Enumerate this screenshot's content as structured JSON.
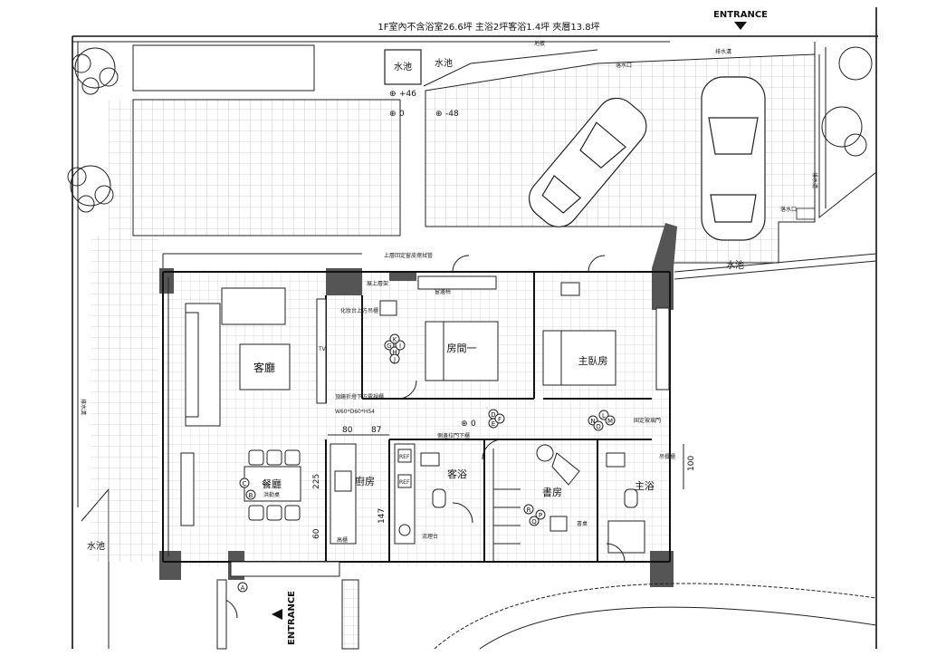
{
  "header": {
    "area_note": "1F室內不含浴室26.6坪 主浴2坪客浴1.4坪 夾層13.8坪",
    "entrance_top": "ENTRANCE",
    "entrance_bottom": "ENTRANCE"
  },
  "rooms": {
    "living": "客廳",
    "dining": "餐廳",
    "dining_table": "洪勒桌",
    "kitchen": "廚房",
    "guest_bath": "客浴",
    "study": "書房",
    "master_bath": "主浴",
    "bedroom1": "房間一",
    "master_bedroom": "主臥房"
  },
  "water": {
    "pool_box": "水池",
    "pool_top": "水池",
    "pool_right": "水池",
    "pool_left": "水池"
  },
  "levels": {
    "plus46": "+46",
    "zero_top": "0",
    "minus48": "-48",
    "zero_mid": "0"
  },
  "dimensions": {
    "d80": "80",
    "d87": "87",
    "d225": "225",
    "d147": "147",
    "d60": "60",
    "d100": "100"
  },
  "appliances": {
    "fridge1": "REF",
    "fridge2": "REF",
    "tv": "TV"
  },
  "notes": {
    "drain_left": "排水溝",
    "drain_top": "排水溝",
    "drain_right": "排水溝",
    "floor_drain": "地板",
    "drain_outlet": "落水口",
    "drain_outlet2": "落水口",
    "stair_note": "上層回定窗皮擦拭管",
    "bedroom_shelf": "展上層架",
    "window_seat": "窗邊椅",
    "vanity": "化妝台上方吊櫃",
    "cabinet": "頂鏡折燈下方電視櫃",
    "cabinet_size": "W60*D60*H54",
    "shoe": "鞋櫃",
    "sink": "流理台",
    "desk": "書桌",
    "fixed_glass": "固定玻璃門",
    "storage": "高櫃",
    "shelf_side": "吊餐櫃",
    "sliding_door": "側邊拉門下櫃"
  },
  "markers": [
    "A",
    "B",
    "C",
    "D",
    "E",
    "F",
    "G",
    "H",
    "I",
    "J",
    "K",
    "L",
    "M",
    "N",
    "O",
    "P",
    "Q",
    "R"
  ]
}
